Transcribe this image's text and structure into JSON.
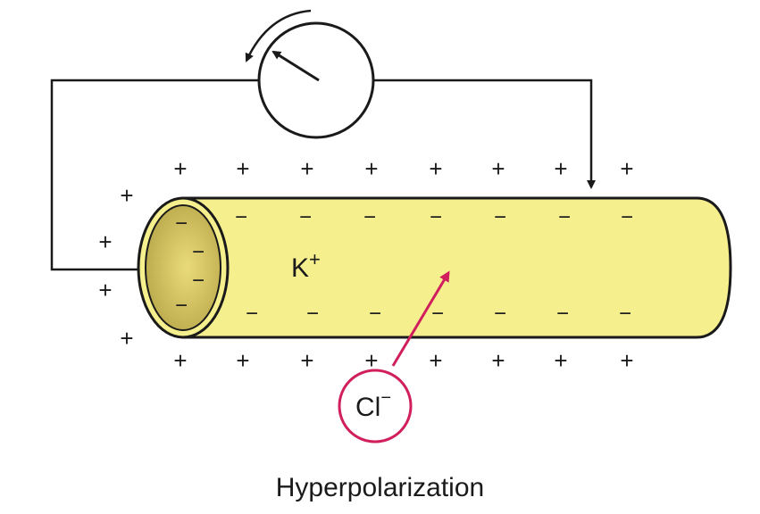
{
  "caption": "Hyperpolarization",
  "ions": {
    "potassium": {
      "symbol": "K",
      "charge": "+"
    },
    "chloride": {
      "symbol": "Cl",
      "charge": "−"
    }
  },
  "signs": {
    "outside": "+",
    "inside": "−"
  },
  "colors": {
    "axon_fill": "#f6ef8e",
    "axon_end": "#d4c25a",
    "outline": "#1a1a1a",
    "chloride_accent": "#d11f5e"
  },
  "icons": [
    "voltmeter-icon",
    "rotation-arrow-icon"
  ]
}
